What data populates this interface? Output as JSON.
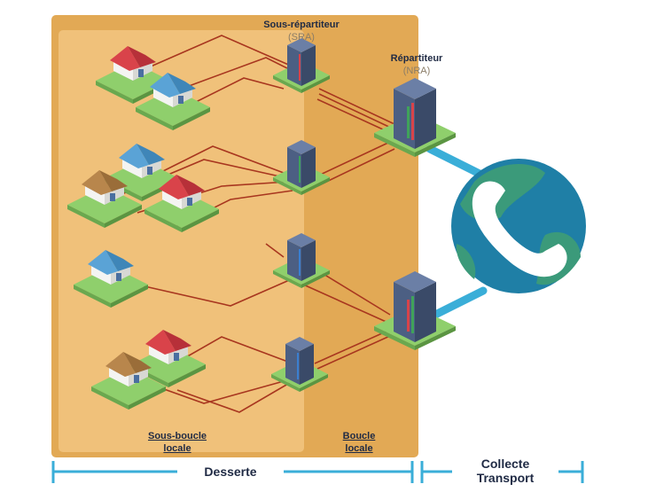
{
  "colors": {
    "outer_zone": "#e2a955",
    "inner_zone": "#f0c17a",
    "wire": "#a8361f",
    "bracket": "#3aaed8",
    "globe_ocean": "#1f7fa6",
    "globe_land": "#3b9a7a",
    "cabinet": "#4c5f83",
    "grass": "#8fcf6c"
  },
  "labels": {
    "sra_title": "Sous-répartiteur",
    "sra_sub": "(SRA)",
    "nra_title": "Répartiteur",
    "nra_sub": "(NRA)",
    "sous_boucle_line1": "Sous-boucle",
    "sous_boucle_line2": "locale",
    "boucle_line1": "Boucle",
    "boucle_line2": "locale",
    "desserte": "Desserte",
    "collecte_line1": "Collecte",
    "collecte_line2": "Transport"
  },
  "icons": {
    "house": "house-icon",
    "sub_distributor": "server-cabinet-icon",
    "distributor": "server-cabinet-icon",
    "telecom": "globe-phone-icon"
  }
}
